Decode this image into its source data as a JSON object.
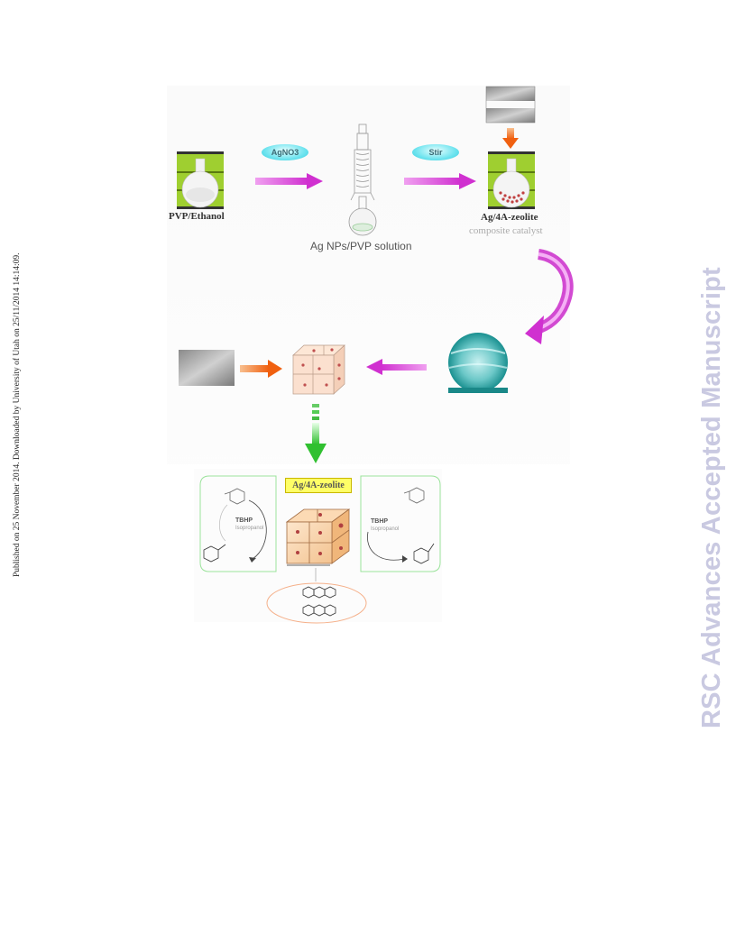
{
  "side_note": "Published on 25 November 2014. Downloaded by University of Utah on 25/11/2014 14:14:09.",
  "watermark": "RSC Advances Accepted Manuscript",
  "figure": {
    "flask_label": "PVP/Ethanol",
    "pill_1": "AgNO3",
    "pill_2": "Stir",
    "solution_label": "Ag NPs/PVP solution",
    "product_label": "Ag/4A-zeolite",
    "product_sub": "composite catalyst",
    "catalyst_tag": "Ag/4A-zeolite",
    "left_cycle_reagent": "TBHP",
    "left_cycle_solvent": "Isopropanol",
    "right_cycle_reagent": "TBHP",
    "right_cycle_solvent": "Isopropanol",
    "colors": {
      "magenta_arrow": "#e050e0",
      "orange_arrow": "#f08030",
      "green_arrow": "#40c040",
      "flask_green": "#9fcf30",
      "teal": "#2aa6a6"
    }
  }
}
